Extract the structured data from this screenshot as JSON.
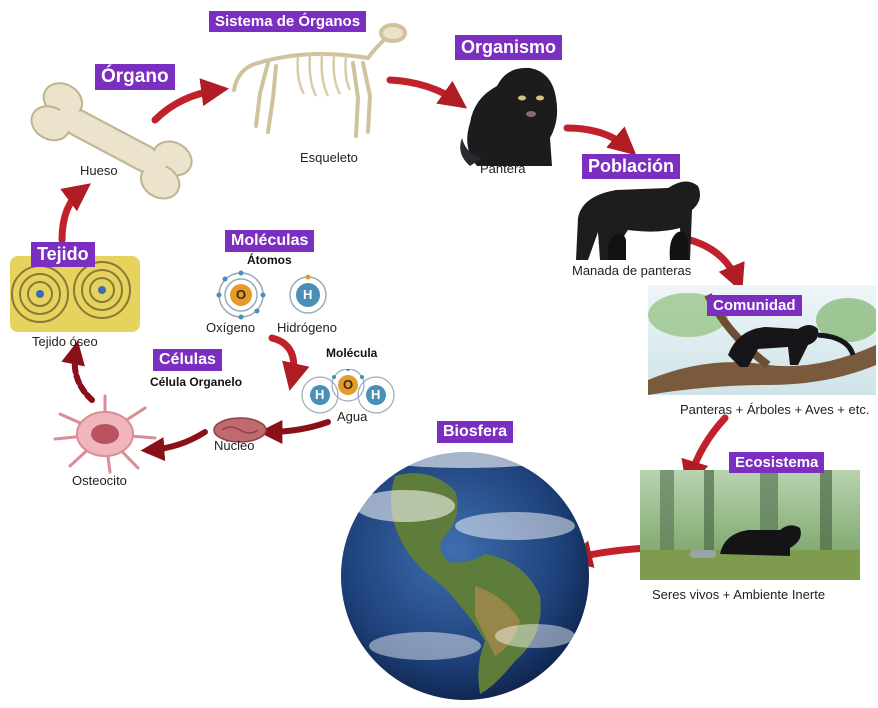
{
  "levels": {
    "organo": {
      "title": "Órgano",
      "caption": "Hueso"
    },
    "sistema": {
      "title": "Sistema de Órganos",
      "caption": "Esqueleto"
    },
    "organismo": {
      "title": "Organismo",
      "caption": "Pantera"
    },
    "poblacion": {
      "title": "Población",
      "caption": "Manada de panteras"
    },
    "comunidad": {
      "title": "Comunidad",
      "caption": "Panteras + Árboles + Aves + etc."
    },
    "ecosistema": {
      "title": "Ecosistema",
      "caption": "Seres vivos + Ambiente Inerte"
    },
    "biosfera": {
      "title": "Biosfera"
    },
    "tejido": {
      "title": "Tejido",
      "caption": "Tejido óseo"
    },
    "celulas": {
      "title": "Células",
      "subtitle": "Célula Organelo",
      "cell_caption": "Osteocito",
      "organelle_caption": "Núcleo"
    },
    "moleculas": {
      "title": "Moléculas",
      "atoms_heading": "Átomos",
      "oxygen_symbol": "O",
      "oxygen_name": "Oxígeno",
      "hydrogen_symbol": "H",
      "hydrogen_name": "Hidrógeno",
      "molecule_heading": "Molécula",
      "water_caption": "Agua"
    }
  },
  "colors": {
    "badge": "#7b2fc0",
    "arrow": "#c0212a",
    "oxygen": "#e59a2a",
    "hydrogen": "#4a8fb5"
  }
}
